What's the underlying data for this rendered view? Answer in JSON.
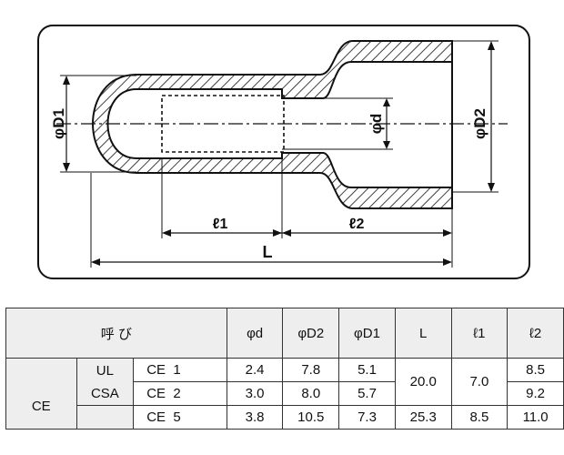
{
  "drawing": {
    "labels": {
      "d1": "φD1",
      "d2": "φD2",
      "d": "φd",
      "l1": "ℓ1",
      "l2": "ℓ2",
      "L": "L"
    }
  },
  "table": {
    "headers": [
      "呼 び",
      "φd",
      "φD2",
      "φD1",
      "L",
      "ℓ1",
      "ℓ2"
    ],
    "group": "CE",
    "standard": [
      "UL",
      "CSA"
    ],
    "rows": [
      {
        "name": "CE  1",
        "d": "2.4",
        "D2": "7.8",
        "D1": "5.1",
        "l2": "8.5"
      },
      {
        "name": "CE  2",
        "d": "3.0",
        "D2": "8.0",
        "D1": "5.7",
        "l2": "9.2"
      },
      {
        "name": "CE  5",
        "d": "3.8",
        "D2": "10.5",
        "D1": "7.3",
        "l2": "11.0"
      }
    ],
    "merged": {
      "L_12": "20.0",
      "l1_12": "7.0",
      "L_5": "25.3",
      "l1_5": "8.5"
    }
  },
  "colors": {
    "line": "#111111",
    "header_bg": "#eeeeee"
  }
}
